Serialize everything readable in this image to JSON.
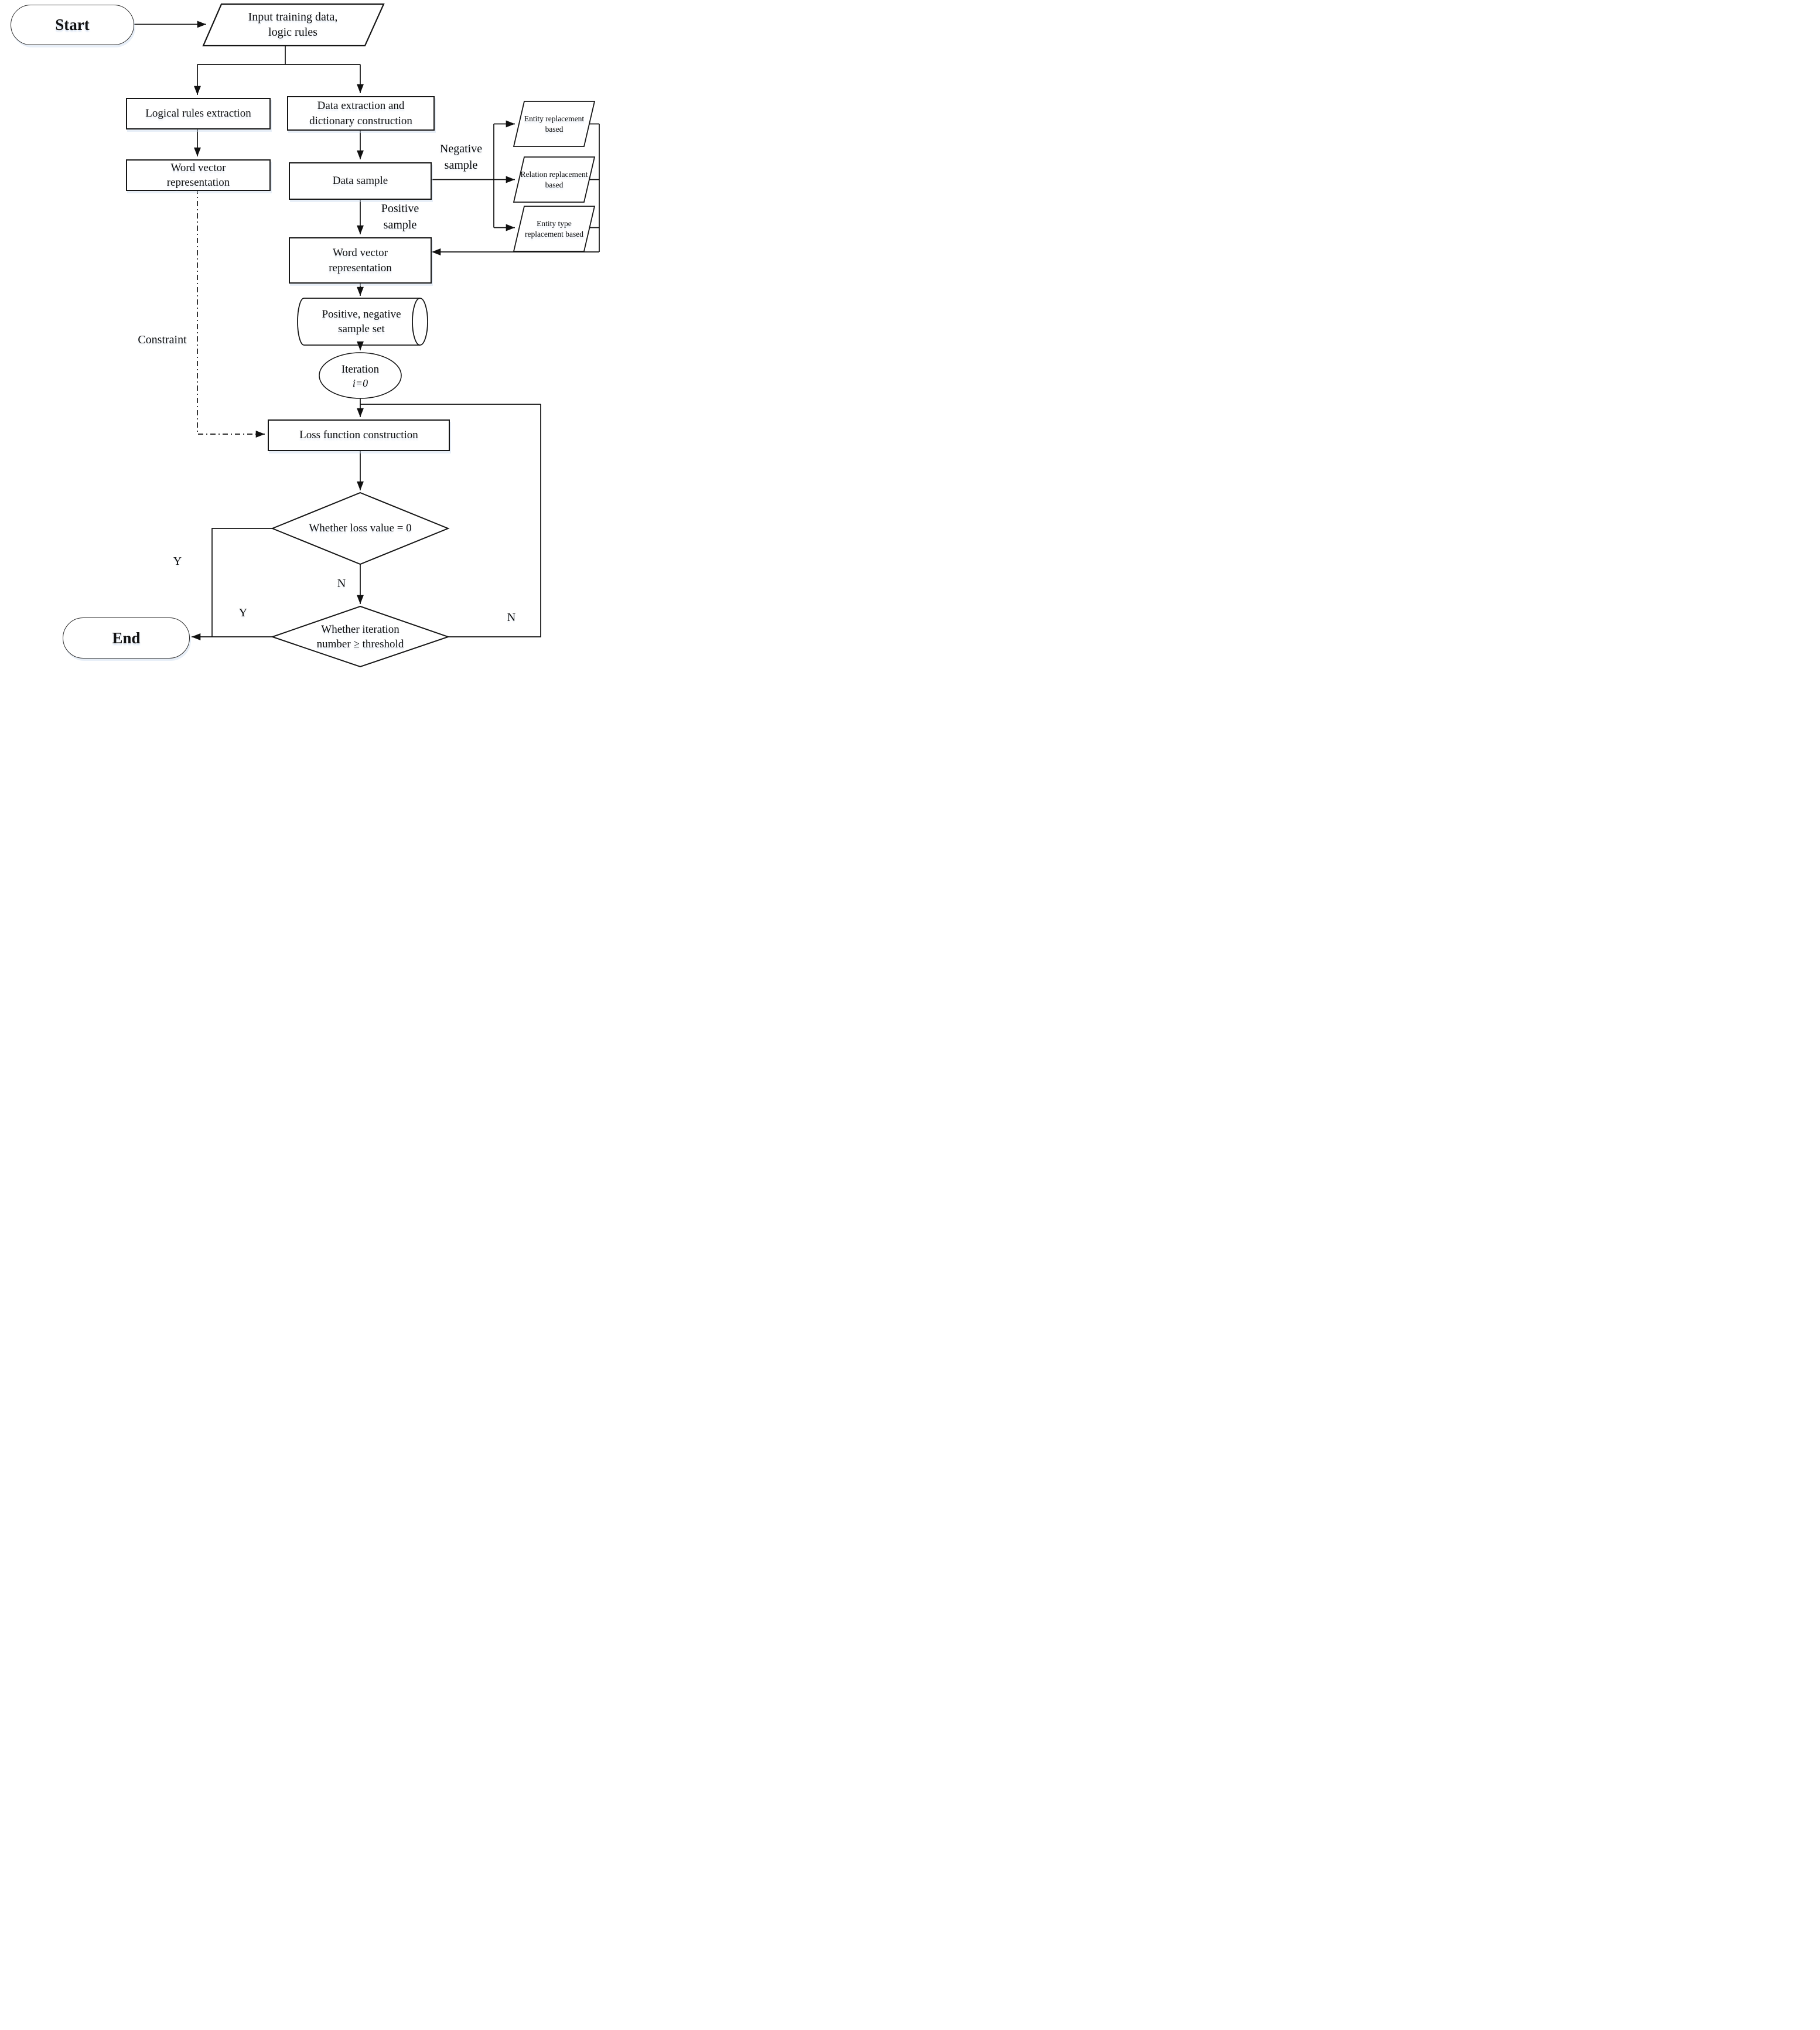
{
  "colors": {
    "stroke": "#1a1a1a",
    "fill": "#ffffff",
    "soft_shadow": "#dce6f3"
  },
  "nodes": {
    "start": {
      "label": "Start"
    },
    "input": {
      "label": "Input training data,\nlogic rules"
    },
    "logical_rules": {
      "label": "Logical rules extraction"
    },
    "data_extraction": {
      "label": "Data extraction and\ndictionary construction"
    },
    "word_vector_left": {
      "label": "Word vector\nrepresentation"
    },
    "data_sample": {
      "label": "Data sample"
    },
    "entity_replacement": {
      "label": "Entity replacement\nbased"
    },
    "relation_replacement": {
      "label": "Relation replacement\nbased"
    },
    "entity_type_replacement": {
      "label": "Entity type\nreplacement based"
    },
    "word_vector_center": {
      "label": "Word vector\nrepresentation"
    },
    "sample_set": {
      "label": "Positive, negative\nsample set"
    },
    "iteration": {
      "label": "Iteration",
      "sublabel": "i=0"
    },
    "loss_function": {
      "label": "Loss function construction"
    },
    "decision_loss": {
      "label": "Whether loss value = 0"
    },
    "decision_iteration": {
      "label": "Whether iteration\nnumber ≥ threshold"
    },
    "end": {
      "label": "End"
    }
  },
  "edge_labels": {
    "negative_sample": "Negative\nsample",
    "positive_sample": "Positive\nsample",
    "constraint": "Constraint",
    "loss_yes": "Y",
    "loss_no": "N",
    "iteration_yes": "Y",
    "iteration_no": "N"
  }
}
